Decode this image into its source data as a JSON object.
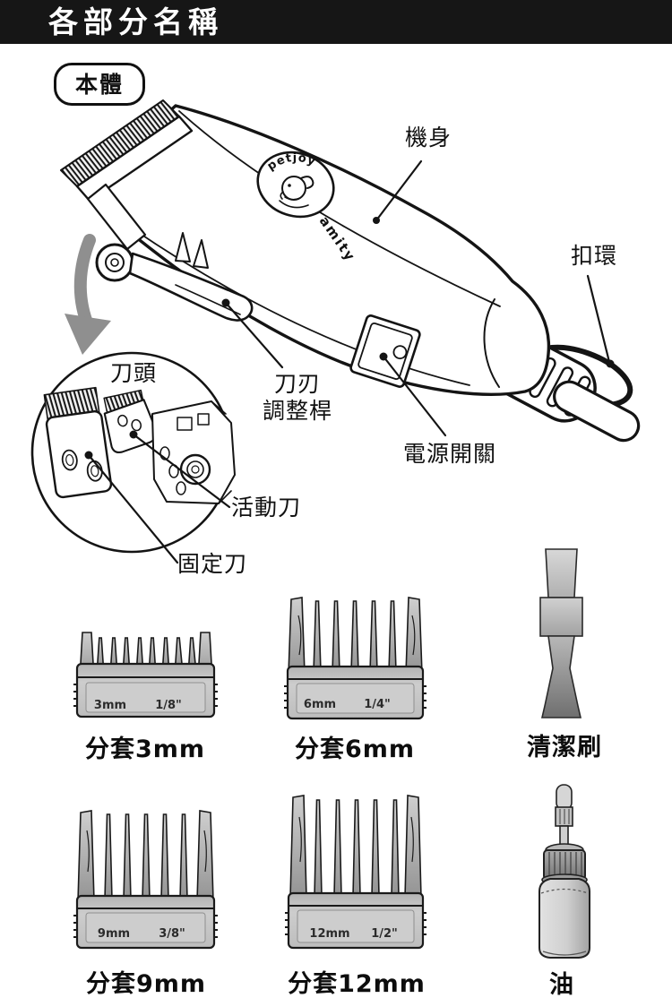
{
  "page": {
    "title": "各部分名稱",
    "section_label": "本體"
  },
  "diagram": {
    "labels": {
      "body": "機身",
      "buckle": "扣環",
      "blade_head": "刀頭",
      "blade_adjust_line1": "刀刃",
      "blade_adjust_line2": "調整桿",
      "power_switch": "電源開關",
      "movable_blade": "活動刀",
      "fixed_blade": "固定刀"
    },
    "logo": {
      "arc_text": "petjoy",
      "side_text": "amity"
    }
  },
  "accessories": {
    "combs": [
      {
        "caption": "分套3mm",
        "mark_left": "3mm",
        "mark_right": "1/8\""
      },
      {
        "caption": "分套6mm",
        "mark_left": "6mm",
        "mark_right": "1/4\""
      },
      {
        "caption": "分套9mm",
        "mark_left": "9mm",
        "mark_right": "3/8\""
      },
      {
        "caption": "分套12mm",
        "mark_left": "12mm",
        "mark_right": "1/2\""
      }
    ],
    "brush": {
      "caption": "清潔刷"
    },
    "oil": {
      "caption": "油"
    }
  },
  "colors": {
    "header_bg": "#161616",
    "line": "#141414",
    "arrow_gray": "#8f8f8f"
  }
}
